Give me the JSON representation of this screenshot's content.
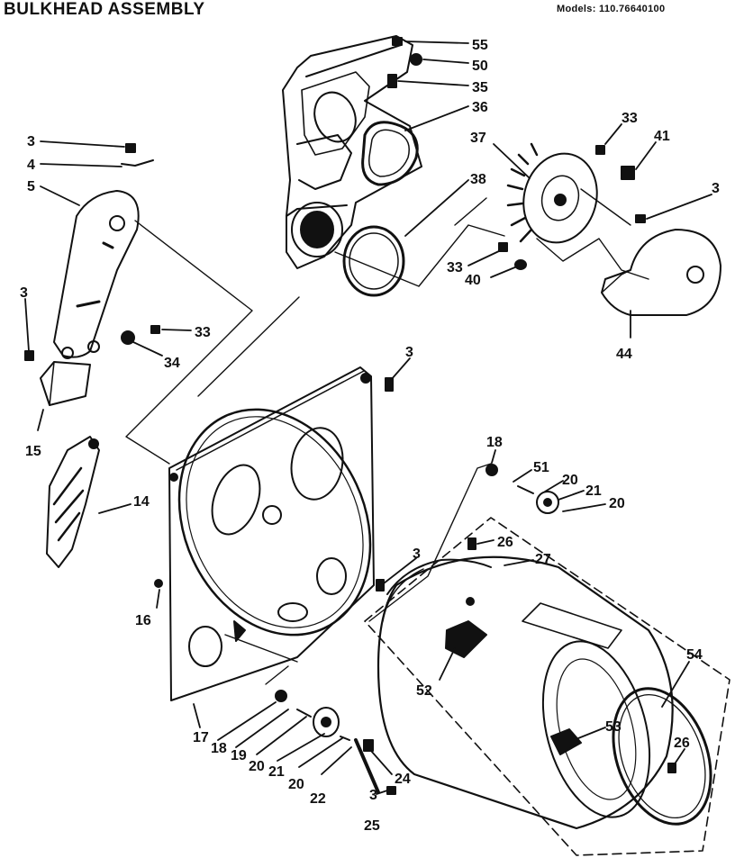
{
  "header": {
    "title": "BULKHEAD ASSEMBLY",
    "model_label": "Models: 110.76640100"
  },
  "callouts": [
    {
      "id": "c55",
      "text": "55"
    },
    {
      "id": "c50",
      "text": "50"
    },
    {
      "id": "c35",
      "text": "35"
    },
    {
      "id": "c36",
      "text": "36"
    },
    {
      "id": "c37",
      "text": "37"
    },
    {
      "id": "c38",
      "text": "38"
    },
    {
      "id": "c33a",
      "text": "33"
    },
    {
      "id": "c41",
      "text": "41"
    },
    {
      "id": "c3a",
      "text": "3"
    },
    {
      "id": "c33b",
      "text": "33"
    },
    {
      "id": "c40",
      "text": "40"
    },
    {
      "id": "c44",
      "text": "44"
    },
    {
      "id": "c3b",
      "text": "3"
    },
    {
      "id": "c4",
      "text": "4"
    },
    {
      "id": "c5",
      "text": "5"
    },
    {
      "id": "c3c",
      "text": "3"
    },
    {
      "id": "c33c",
      "text": "33"
    },
    {
      "id": "c34",
      "text": "34"
    },
    {
      "id": "c15",
      "text": "15"
    },
    {
      "id": "c14",
      "text": "14"
    },
    {
      "id": "c3d",
      "text": "3"
    },
    {
      "id": "c18a",
      "text": "18"
    },
    {
      "id": "c51",
      "text": "51"
    },
    {
      "id": "c20a",
      "text": "20"
    },
    {
      "id": "c21a",
      "text": "21"
    },
    {
      "id": "c20b",
      "text": "20"
    },
    {
      "id": "c3e",
      "text": "3"
    },
    {
      "id": "c26a",
      "text": "26"
    },
    {
      "id": "c27",
      "text": "27"
    },
    {
      "id": "c16",
      "text": "16"
    },
    {
      "id": "c54",
      "text": "54"
    },
    {
      "id": "c52",
      "text": "52"
    },
    {
      "id": "c53",
      "text": "53"
    },
    {
      "id": "c26b",
      "text": "26"
    },
    {
      "id": "c17",
      "text": "17"
    },
    {
      "id": "c18b",
      "text": "18"
    },
    {
      "id": "c19",
      "text": "19"
    },
    {
      "id": "c20c",
      "text": "20"
    },
    {
      "id": "c21b",
      "text": "21"
    },
    {
      "id": "c20d",
      "text": "20"
    },
    {
      "id": "c22",
      "text": "22"
    },
    {
      "id": "c24",
      "text": "24"
    },
    {
      "id": "c3f",
      "text": "3"
    },
    {
      "id": "c25",
      "text": "25"
    }
  ]
}
